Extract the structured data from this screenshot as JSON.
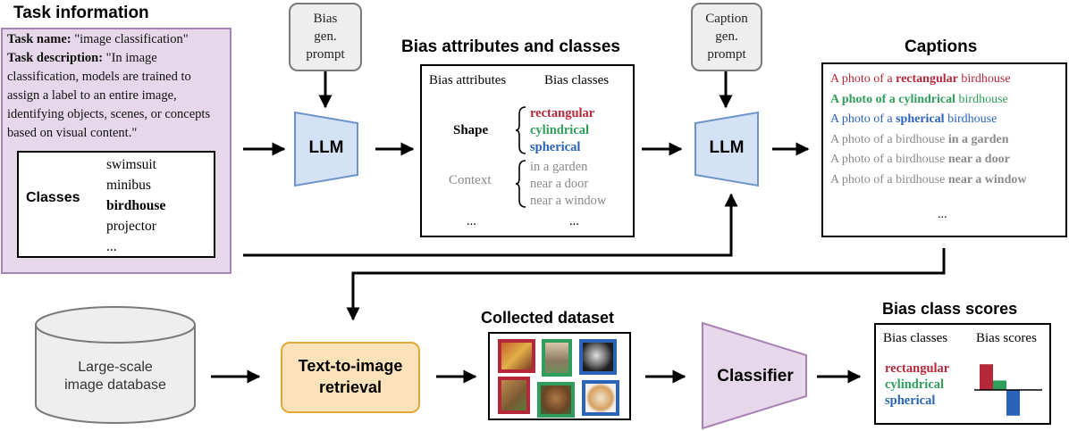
{
  "task_info": {
    "title": "Task information",
    "name_label": "Task name:",
    "name_value": "\"image classification\"",
    "desc_label": "Task description:",
    "desc_line1": "\"In image",
    "desc_line2": "classification, models are trained to",
    "desc_line3": "assign a label to an entire image,",
    "desc_line4": "identifying objects, scenes, or concepts",
    "desc_line5": "based on visual content.\"",
    "classes_label": "Classes",
    "classes": [
      "swimsuit",
      "minibus",
      "birdhouse",
      "projector",
      "..."
    ]
  },
  "bias_prompt": {
    "line1": "Bias",
    "line2": "gen.",
    "line3": "prompt"
  },
  "caption_prompt": {
    "line1": "Caption",
    "line2": "gen.",
    "line3": "prompt"
  },
  "llm_label": "LLM",
  "bias_attributes": {
    "title": "Bias attributes and classes",
    "col_attributes": "Bias attributes",
    "col_classes": "Bias classes",
    "attr_shape": "Shape",
    "shape_classes": [
      "rectangular",
      "cylindrical",
      "spherical"
    ],
    "attr_context": "Context",
    "context_classes": [
      "in a garden",
      "near a door",
      "near a window"
    ],
    "ellipsis": "..."
  },
  "captions": {
    "title": "Captions",
    "items": [
      {
        "pre": "A photo of a ",
        "bold": "rectangular",
        "post": " birdhouse"
      },
      {
        "pre": "A photo of a ",
        "bold": "cylindrical",
        "post": " birdhouse"
      },
      {
        "pre": "A photo of a ",
        "bold": "spherical",
        "post": " birdhouse"
      },
      {
        "pre": "A photo of a birdhouse ",
        "bold": "in a garden",
        "post": ""
      },
      {
        "pre": "A photo of a birdhouse ",
        "bold": "near a door",
        "post": ""
      },
      {
        "pre": "A photo of a birdhouse ",
        "bold": "near a window",
        "post": ""
      }
    ],
    "ellipsis": "..."
  },
  "database": {
    "line1": "Large-scale",
    "line2": "image database"
  },
  "retrieval": {
    "line1": "Text-to-image",
    "line2": "retrieval"
  },
  "dataset": {
    "title": "Collected dataset"
  },
  "classifier_label": "Classifier",
  "scores": {
    "title": "Bias class scores",
    "col_classes": "Bias classes",
    "col_scores": "Bias scores",
    "classes": [
      "rectangular",
      "cylindrical",
      "spherical"
    ],
    "bars": [
      0.6,
      0.22,
      -0.6
    ]
  },
  "colors": {
    "red": "#b5283a",
    "green": "#2f9e5c",
    "blue": "#2b63b8",
    "purple_fill": "#e6d7ea",
    "purple_border": "#a883b4",
    "llm_fill": "#d3e3f5",
    "llm_border": "#6f93c9",
    "retrieval_fill": "#fbe2b8",
    "retrieval_border": "#e0a83a"
  }
}
